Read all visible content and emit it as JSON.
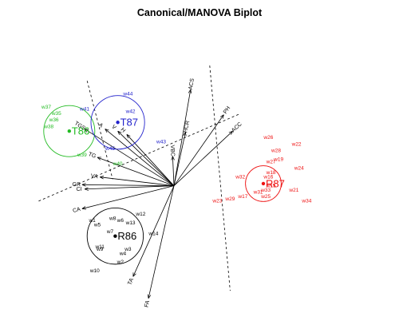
{
  "chart_data": {
    "type": "scatter",
    "title": "Canonical/MANOVA Biplot",
    "xlabel": "",
    "ylabel": "",
    "axes_visible": false,
    "xlim": [
      -6.5,
      8.5
    ],
    "ylim": [
      -6,
      7.4
    ],
    "origin": [
      0,
      0
    ],
    "groups": [
      {
        "name": "R86",
        "color": "#000000",
        "center": [
          -2.3,
          -2.3
        ],
        "circle_radius": 1.1,
        "label_font_size": 13,
        "points": [
          {
            "label": "w1",
            "x": -3.2,
            "y": -1.6
          },
          {
            "label": "w5",
            "x": -3.0,
            "y": -1.8
          },
          {
            "label": "w8",
            "x": -2.4,
            "y": -1.5
          },
          {
            "label": "w6",
            "x": -2.1,
            "y": -1.6
          },
          {
            "label": "w13",
            "x": -1.7,
            "y": -1.7
          },
          {
            "label": "w12",
            "x": -1.3,
            "y": -1.3
          },
          {
            "label": "w7",
            "x": -2.5,
            "y": -2.1
          },
          {
            "label": "w14",
            "x": -0.8,
            "y": -2.2
          },
          {
            "label": "w11",
            "x": -2.9,
            "y": -2.8
          },
          {
            "label": "w9",
            "x": -2.9,
            "y": -2.9
          },
          {
            "label": "w3",
            "x": -1.8,
            "y": -2.9
          },
          {
            "label": "w4",
            "x": -2.0,
            "y": -3.1
          },
          {
            "label": "w2",
            "x": -2.1,
            "y": -3.5
          },
          {
            "label": "w10",
            "x": -3.1,
            "y": -3.9
          }
        ]
      },
      {
        "name": "T86",
        "color": "#22bb22",
        "center": [
          -4.1,
          2.5
        ],
        "circle_radius": 1.0,
        "label_font_size": 13,
        "points": [
          {
            "label": "w37",
            "x": -5.0,
            "y": 3.6
          },
          {
            "label": "w35",
            "x": -4.6,
            "y": 3.3
          },
          {
            "label": "w36",
            "x": -4.7,
            "y": 3.0
          },
          {
            "label": "w38",
            "x": -4.9,
            "y": 2.7
          },
          {
            "label": "w39",
            "x": -3.6,
            "y": 1.4
          },
          {
            "label": "w40",
            "x": -2.2,
            "y": 1.0
          }
        ]
      },
      {
        "name": "T87",
        "color": "#2222cc",
        "center": [
          -2.2,
          2.9
        ],
        "circle_radius": 1.05,
        "label_font_size": 13,
        "points": [
          {
            "label": "w44",
            "x": -1.8,
            "y": 4.2
          },
          {
            "label": "w41",
            "x": -3.5,
            "y": 3.5
          },
          {
            "label": "w42",
            "x": -1.7,
            "y": 3.4
          },
          {
            "label": "w43",
            "x": -0.5,
            "y": 2.0
          },
          {
            "label": "w45",
            "x": -2.5,
            "y": 1.7
          }
        ]
      },
      {
        "name": "R87",
        "color": "#ee1111",
        "center": [
          3.5,
          0.1
        ],
        "circle_radius": 0.7,
        "label_font_size": 13,
        "points": [
          {
            "label": "w26",
            "x": 3.7,
            "y": 2.2
          },
          {
            "label": "w22",
            "x": 4.8,
            "y": 1.9
          },
          {
            "label": "w28",
            "x": 4.0,
            "y": 1.6
          },
          {
            "label": "w19",
            "x": 4.1,
            "y": 1.2
          },
          {
            "label": "w27",
            "x": 3.8,
            "y": 1.1
          },
          {
            "label": "w24",
            "x": 4.9,
            "y": 0.8
          },
          {
            "label": "w18",
            "x": 3.8,
            "y": 0.6
          },
          {
            "label": "w32",
            "x": 2.6,
            "y": 0.4
          },
          {
            "label": "w16",
            "x": 3.7,
            "y": 0.4
          },
          {
            "label": "w15",
            "x": 3.8,
            "y": 0.0
          },
          {
            "label": "w33",
            "x": 3.6,
            "y": -0.2
          },
          {
            "label": "w31",
            "x": 3.3,
            "y": -0.3
          },
          {
            "label": "w21",
            "x": 4.7,
            "y": -0.2
          },
          {
            "label": "w17",
            "x": 2.7,
            "y": -0.5
          },
          {
            "label": "w25",
            "x": 3.6,
            "y": -0.5
          },
          {
            "label": "w29",
            "x": 2.2,
            "y": -0.6
          },
          {
            "label": "w23",
            "x": 1.7,
            "y": -0.7
          },
          {
            "label": "w34",
            "x": 5.2,
            "y": -0.7
          }
        ]
      }
    ],
    "vectors": [
      {
        "label": "ACS",
        "x": 0.65,
        "y": 4.4
      },
      {
        "label": "PH",
        "x": 1.95,
        "y": 3.25
      },
      {
        "label": "ACC",
        "x": 2.3,
        "y": 2.5
      },
      {
        "label": "HCR",
        "x": 0.45,
        "y": 2.45
      },
      {
        "label": "VBC",
        "x": -0.05,
        "y": 1.35
      },
      {
        "label": "TGS",
        "x": -3.5,
        "y": 2.6
      },
      {
        "label": "A",
        "x": -2.7,
        "y": 2.6
      },
      {
        "label": "V",
        "x": -2.2,
        "y": 2.5
      },
      {
        "label": "H",
        "x": -1.85,
        "y": 2.35
      },
      {
        "label": "TG",
        "x": -3.0,
        "y": 1.3
      },
      {
        "label": "VA",
        "x": -2.9,
        "y": 0.4
      },
      {
        "label": "GR",
        "x": -3.6,
        "y": 0.05
      },
      {
        "label": "CI",
        "x": -3.5,
        "y": -0.15
      },
      {
        "label": "CA",
        "x": -3.6,
        "y": -1.05
      },
      {
        "label": "TA",
        "x": -1.6,
        "y": -4.15
      },
      {
        "label": "FA",
        "x": -1.0,
        "y": -5.15
      }
    ],
    "dashed_lines": [
      {
        "from": [
          -3.4,
          4.8
        ],
        "to": [
          -2.4,
          0.3
        ]
      },
      {
        "from": [
          1.4,
          5.5
        ],
        "to": [
          2.2,
          -4.8
        ]
      },
      {
        "from": [
          -5.3,
          -0.7
        ],
        "to": [
          2.6,
          3.3
        ]
      }
    ],
    "legend": "none"
  }
}
